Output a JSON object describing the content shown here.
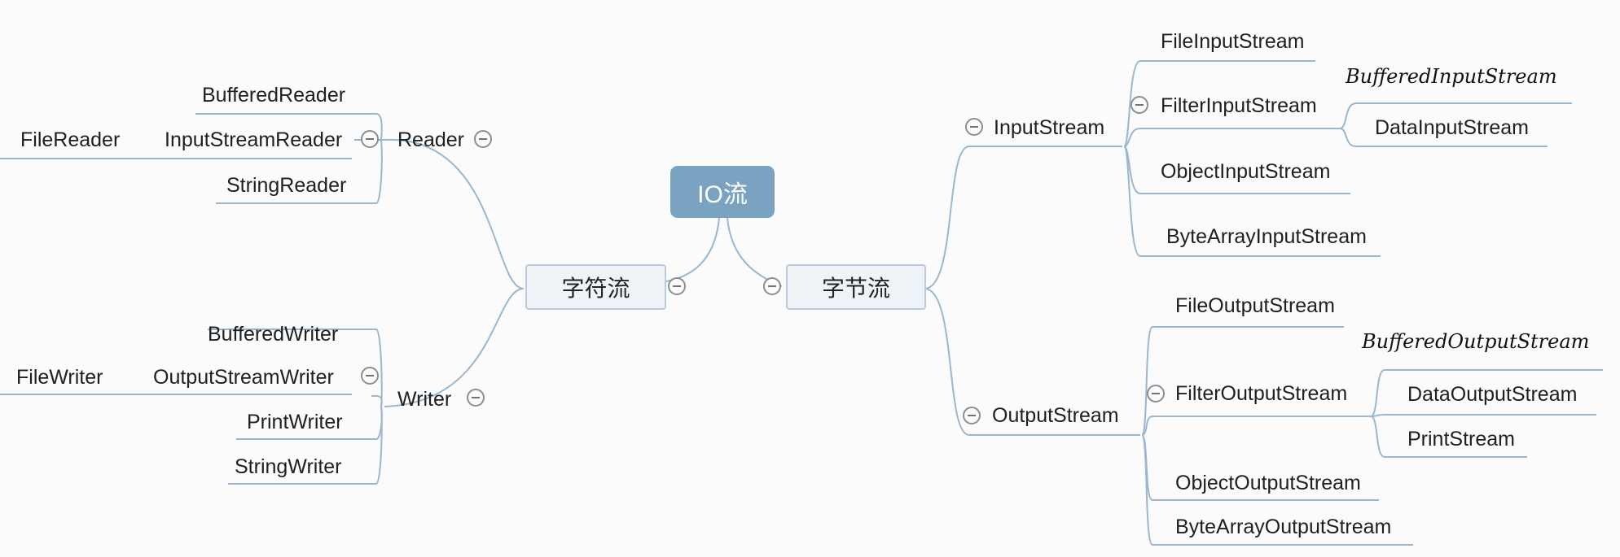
{
  "root": {
    "label": "IO流"
  },
  "char_stream": {
    "label": "字符流",
    "reader": {
      "label": "Reader",
      "children": [
        "BufferedReader",
        "InputStreamReader",
        "StringReader"
      ],
      "input_stream_reader_child": "FileReader"
    },
    "writer": {
      "label": "Writer",
      "children": [
        "BufferedWriter",
        "OutputStreamWriter",
        "PrintWriter",
        "StringWriter"
      ],
      "output_stream_writer_child": "FileWriter"
    }
  },
  "byte_stream": {
    "label": "字节流",
    "input": {
      "label": "InputStream",
      "children": [
        "FileInputStream",
        "FilterInputStream",
        "ObjectInputStream",
        "ByteArrayInputStream"
      ],
      "filter_children": [
        "BufferedInputStream",
        "DataInputStream"
      ]
    },
    "output": {
      "label": "OutputStream",
      "children": [
        "FileOutputStream",
        "FilterOutputStream",
        "ObjectOutputStream",
        "ByteArrayOutputStream"
      ],
      "filter_children": [
        "BufferedOutputStream",
        "DataOutputStream",
        "PrintStream"
      ]
    }
  },
  "colors": {
    "root": "#7aa3c2",
    "branch_line": "#9bb7cf",
    "main_node_fill": "#eef3f8",
    "main_node_border": "#b9cbdc"
  }
}
